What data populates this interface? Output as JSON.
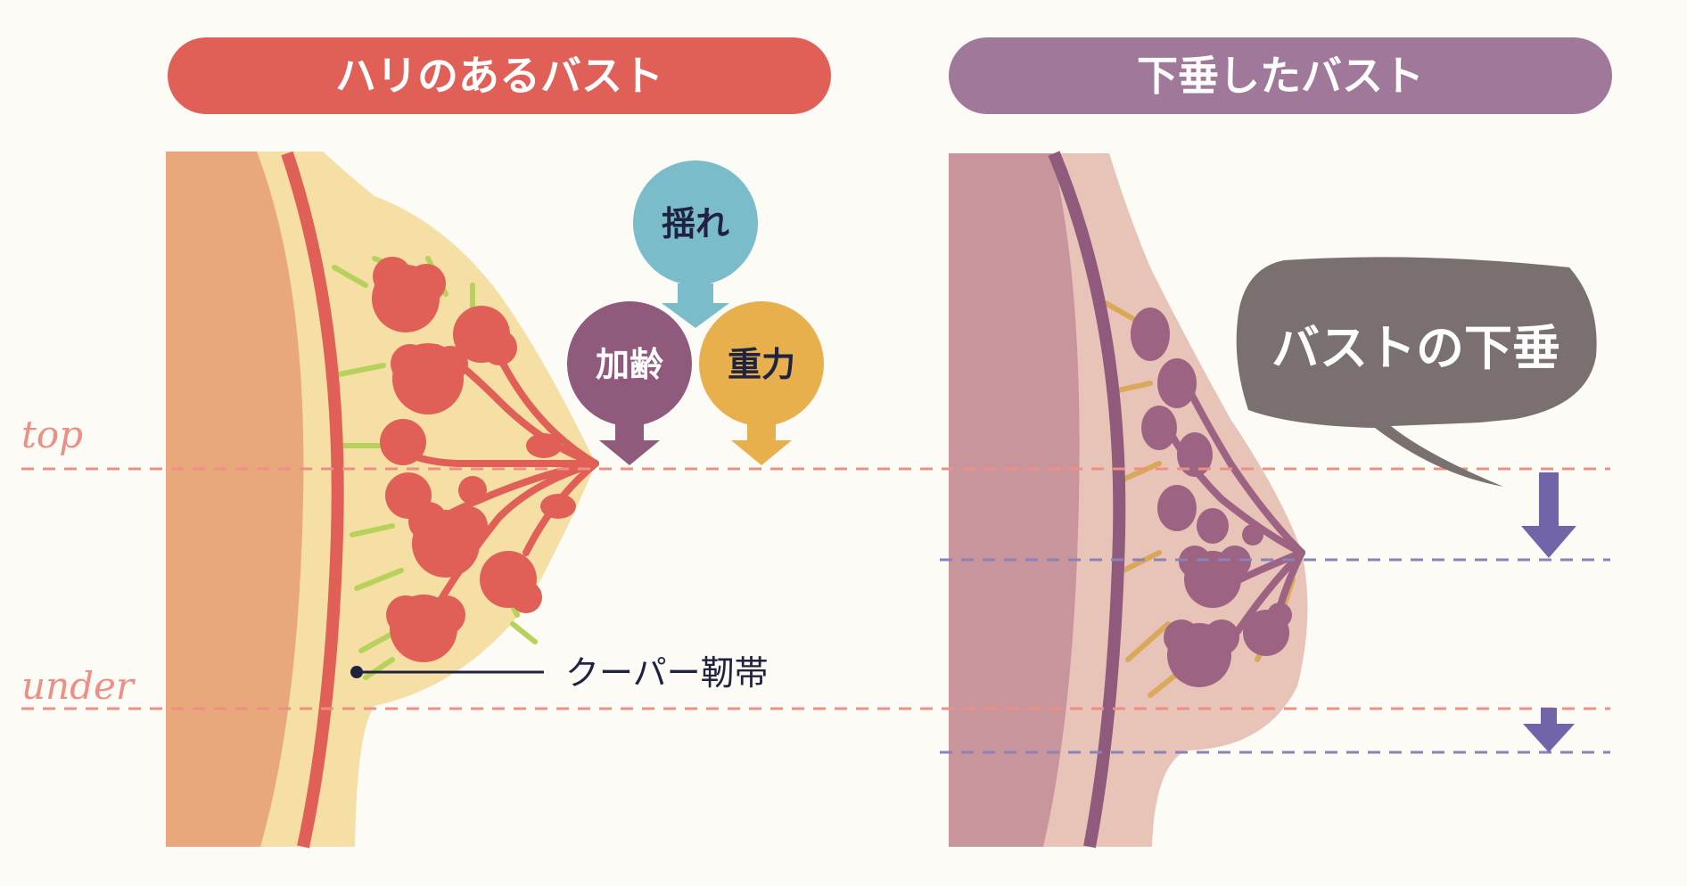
{
  "panels": {
    "left_title": "ハリのあるバスト",
    "right_title": "下垂したバスト"
  },
  "factors": {
    "sway": "揺れ",
    "aging": "加齢",
    "gravity": "重力"
  },
  "levels": {
    "top": "top",
    "under": "under"
  },
  "labels": {
    "cooper_ligament": "クーパー靭帯",
    "sagging_callout": "バストの下垂"
  },
  "colors": {
    "firm_accent": "#e06058",
    "sagging_accent": "#a0789a",
    "sway_bubble": "#7bbccb",
    "aging_bubble": "#8f5a7c",
    "gravity_bubble": "#e8b04c",
    "top_under_line": "#ee8f85",
    "sag_line": "#8b82b8",
    "sag_arrow": "#7264a8",
    "callout": "#7a7070"
  }
}
